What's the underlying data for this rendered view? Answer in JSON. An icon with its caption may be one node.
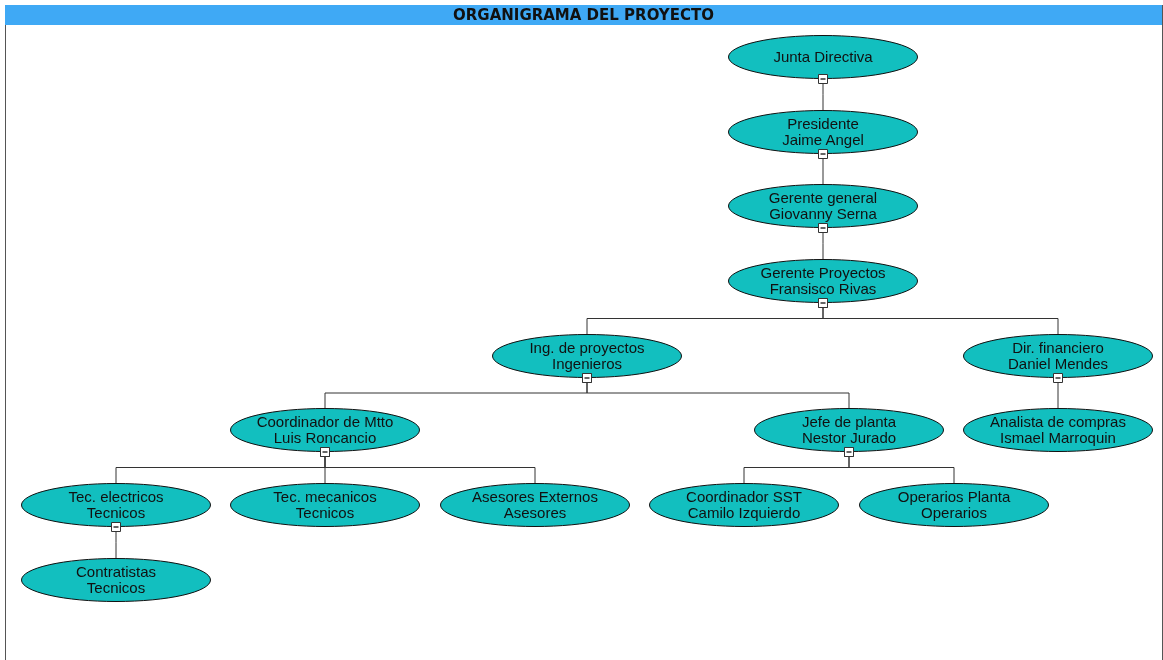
{
  "diagram": {
    "title": "ORGANIGRAMA DEL PROYECTO",
    "nodes": [
      {
        "text": [
          "Junta Directiva"
        ]
      },
      {
        "text": [
          "Presidente",
          "Jaime Angel"
        ]
      },
      {
        "text": [
          "Gerente general",
          "Giovanny Serna"
        ]
      },
      {
        "text": [
          "Gerente Proyectos",
          "Fransisco Rivas"
        ]
      },
      {
        "text": [
          "Ing. de proyectos",
          "Ingenieros"
        ]
      },
      {
        "text": [
          "Dir. financiero",
          "Daniel Mendes"
        ]
      },
      {
        "text": [
          "Coordinador de Mtto",
          "Luis Roncancio"
        ]
      },
      {
        "text": [
          "Jefe de planta",
          "Nestor Jurado"
        ]
      },
      {
        "text": [
          "Analista de compras",
          "Ismael Marroquin"
        ]
      },
      {
        "text": [
          "Tec. electricos",
          "Tecnicos"
        ]
      },
      {
        "text": [
          "Tec. mecanicos",
          "Tecnicos"
        ]
      },
      {
        "text": [
          "Asesores Externos",
          "Asesores"
        ]
      },
      {
        "text": [
          "Coordinador SST",
          "Camilo Izquierdo"
        ]
      },
      {
        "text": [
          "Operarios Planta",
          "Operarios"
        ]
      },
      {
        "text": [
          "Contratistas",
          "Tecnicos"
        ]
      }
    ],
    "edges": [
      {
        "from": 0,
        "to": 1,
        "arrow": "other"
      },
      {
        "from": 1,
        "to": 2,
        "arrow": "other"
      },
      {
        "from": 2,
        "to": 3,
        "arrow": "other"
      },
      {
        "from": 3,
        "to": 4,
        "arrow": "other"
      },
      {
        "from": 3,
        "to": 5,
        "arrow": "other"
      },
      {
        "from": 4,
        "to": 6,
        "arrow": "other"
      },
      {
        "from": 4,
        "to": 7,
        "arrow": "other"
      },
      {
        "from": 5,
        "to": 8,
        "arrow": "other"
      },
      {
        "from": 6,
        "to": 9,
        "arrow": "other"
      },
      {
        "from": 6,
        "to": 10,
        "arrow": "other"
      },
      {
        "from": 6,
        "to": 11,
        "arrow": "other"
      },
      {
        "from": 7,
        "to": 12,
        "arrow": "other"
      },
      {
        "from": 7,
        "to": 13,
        "arrow": "other"
      },
      {
        "from": 9,
        "to": 14,
        "arrow": "other"
      }
    ]
  }
}
